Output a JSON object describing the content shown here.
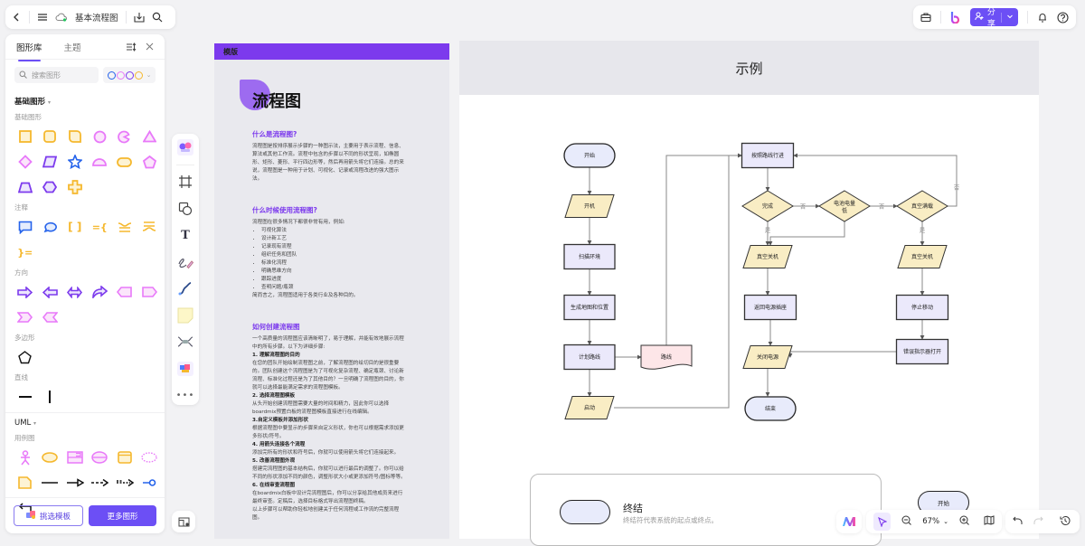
{
  "topbar": {
    "doc_title": "基本流程图",
    "icons": [
      "back-icon",
      "menu-icon",
      "cloud-icon",
      "download-icon",
      "search-icon"
    ]
  },
  "topright": {
    "share_label": "分享",
    "icons": [
      "toolbox-icon",
      "boardmix-logo-icon",
      "share-user-icon",
      "chevron-down-icon",
      "bell-icon",
      "help-icon"
    ]
  },
  "panel": {
    "tabs": [
      "图形库",
      "主题"
    ],
    "search_placeholder": "搜索图形",
    "palette": [
      "#2563eb",
      "#e879f9",
      "#7c3aed",
      "#f5b82e"
    ],
    "sections": {
      "basic_title": "基础图形",
      "basic_sub": "基础图形",
      "annotation": "注释",
      "direction": "方向",
      "polygon": "多边形",
      "line": "直线",
      "uml_title": "UML",
      "usecase": "用例图"
    },
    "choose_template_label": "挑选模板",
    "more_shapes_label": "更多图形"
  },
  "toolbox": [
    "template-icon",
    "frame-icon",
    "shape-icon",
    "text-icon",
    "pen-icon",
    "connector-icon",
    "sticky-note-icon",
    "mindmap-icon",
    "plugin-icon",
    "more-icon"
  ],
  "doc": {
    "header": "模版",
    "title": "流程图",
    "s1_title": "什么是流程图?",
    "s1_body": "流程图是按排序展示步骤的一种图示法，主要用于表示流程、信息、算法或其他工作流。流程中包含的步骤以不同的形状呈现，如椭圆形、矩形、菱形、平行四边形等，然后再用箭头将它们连接。总的来说，流程图是一种用于计划、可视化、记录或流程改进的强大图示法。",
    "s2_title": "什么时候使用流程图?",
    "s2_intro": "流程图在很多情况下都很非常有用，例如:",
    "s2_items": [
      "可视化算法",
      "设计新工艺",
      "记录现有流程",
      "组织任务和团队",
      "标准化流程",
      "明确思维方向",
      "跟踪进度",
      "查明问题/瓶颈"
    ],
    "s2_outro": "简而言之，流程图适用于各类行业及各种目的。",
    "s3_title": "如何创建流程图",
    "s3_intro": "一个高质量的流程图应该清晰明了，易于理解，并能有效地展示流程中的所有步骤。以下为详细步骤:",
    "steps": [
      {
        "title": "1. 理解流程图的目的",
        "body": "在您的团队开始绘制流程图之前，了解流程图的绘切目的是很重要的。团队创建这个流程图是为了可视化复杂流程、确定瓶颈、讨论新流程、标准化过程还是为了其他目的？一旦明确了流程图的目的，你就可以选择最能满足需求的流程图模板。"
      },
      {
        "title": "2. 选择流程图模板",
        "body": "从头开始创建流程图需要大量的时间和精力，因此你可以选择boardmix预置白板的流程图模板直接进行在线编辑。"
      },
      {
        "title": "3.自定义模板并添加形状",
        "body": "根据流程图中要显示的步骤来自定义形状，你也可以根据需求添加更多形状/符号。"
      },
      {
        "title": "4. 用箭头连接各个流程",
        "body": "添加完所有的形状和符号后，你就可以使用箭头将它们连接起来。"
      },
      {
        "title": "5. 改善流程图外观",
        "body": "搭建完流程图的基本结构后，你就可以进行最后的调整了。你可以给不同的形状添加不同的颜色，调整形状大小或更添加符号/图标等等。"
      },
      {
        "title": "6. 在线审查流程图",
        "body": "在boardmix白板中设计完流程图后，你可以分享给其他成员来进行最终审查。定稿后，选择目标格式导出流程图终稿。"
      }
    ],
    "final": "以上步骤可以帮助你轻松地创建关于任何流程或工作流的完整流程图。"
  },
  "example": {
    "header": "示例",
    "nodes": {
      "start": "开始",
      "power_on": "开机",
      "scan": "扫描环境",
      "map": "生成地图和位置",
      "plan": "计划路线",
      "route": "路线",
      "launch": "启动",
      "follow": "按照路线行进",
      "done": "完成",
      "battery_low": "电池电量低",
      "vacuum_full": "真空满载",
      "vac_off_1": "真空关机",
      "vac_off_2": "真空关机",
      "return_dock": "返回电源插座",
      "stop": "停止移动",
      "error": "错误指示器打开",
      "power_off": "关闭电源",
      "end": "结束"
    },
    "edge_labels": {
      "yes": "是",
      "no": "否"
    },
    "legend": {
      "title": "终结",
      "desc": "终结符代表系统的起点或终点。",
      "preview_label": "开始"
    }
  },
  "bottombar": {
    "zoom": "67%",
    "icons": [
      "ai-icon",
      "select-cursor-icon",
      "zoom-out-icon",
      "zoom-dropdown-icon",
      "zoom-in-icon",
      "map-icon",
      "undo-icon",
      "redo-icon",
      "history-icon"
    ]
  },
  "colors": {
    "accent": "#6c4ff5",
    "terminal_fill": "#e8ebfb",
    "io_fill": "#f9edc4",
    "process_fill": "#ebe9fb",
    "doc_fill": "#fde6e8"
  }
}
